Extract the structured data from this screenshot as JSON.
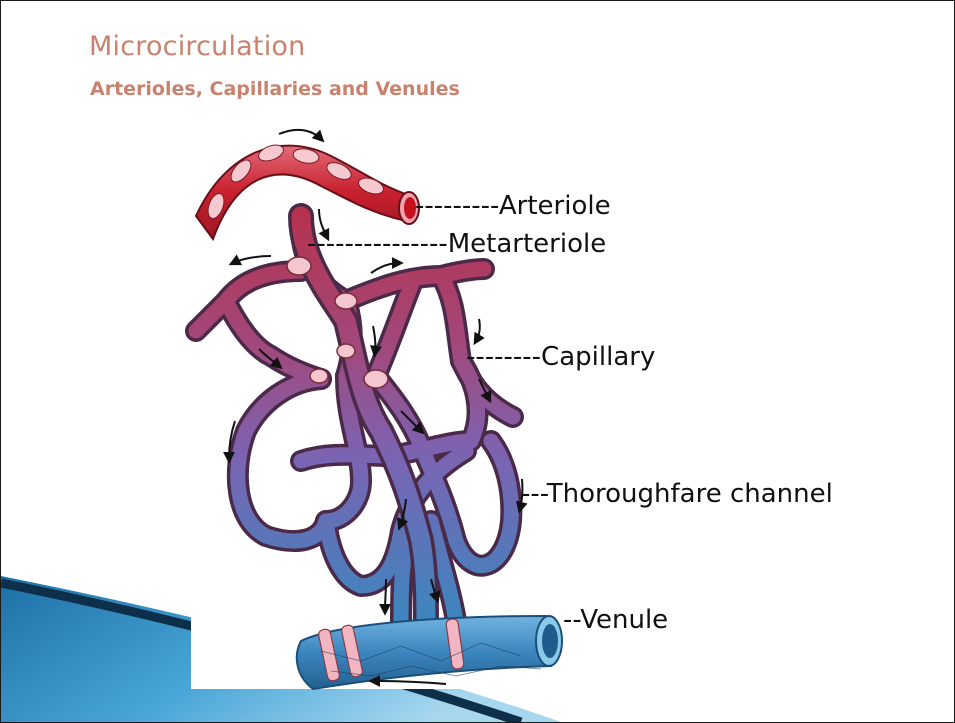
{
  "slide": {
    "title": "Microcirculation",
    "subtitle": "Arterioles, Capillaries and Venules"
  },
  "labels": {
    "arteriole": "---------Arteriole",
    "metarteriole": "---------------Metarteriole",
    "capillary": "--------Capillary",
    "thoroughfare": "---Thoroughfare channel",
    "venule": "--Venule"
  },
  "colors": {
    "title": "#c8826d",
    "arteriole": "#c8202e",
    "capillary_top": "#b0345a",
    "capillary_mid": "#8a5aa6",
    "venule": "#3c86bf",
    "accent_blue": "#1c6fa3"
  }
}
